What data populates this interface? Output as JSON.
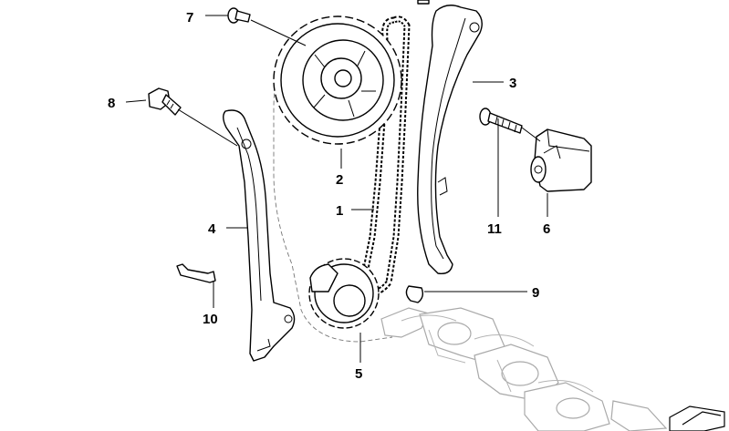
{
  "callouts": [
    {
      "id": "part-1",
      "label": "1"
    },
    {
      "id": "part-2",
      "label": "2"
    },
    {
      "id": "part-3",
      "label": "3"
    },
    {
      "id": "part-4",
      "label": "4"
    },
    {
      "id": "part-5",
      "label": "5"
    },
    {
      "id": "part-6",
      "label": "6"
    },
    {
      "id": "part-7",
      "label": "7"
    },
    {
      "id": "part-8",
      "label": "8"
    },
    {
      "id": "part-9",
      "label": "9"
    },
    {
      "id": "part-10",
      "label": "10"
    },
    {
      "id": "part-11",
      "label": "11"
    }
  ],
  "icons": {
    "corner": "folder-arrow-icon"
  }
}
